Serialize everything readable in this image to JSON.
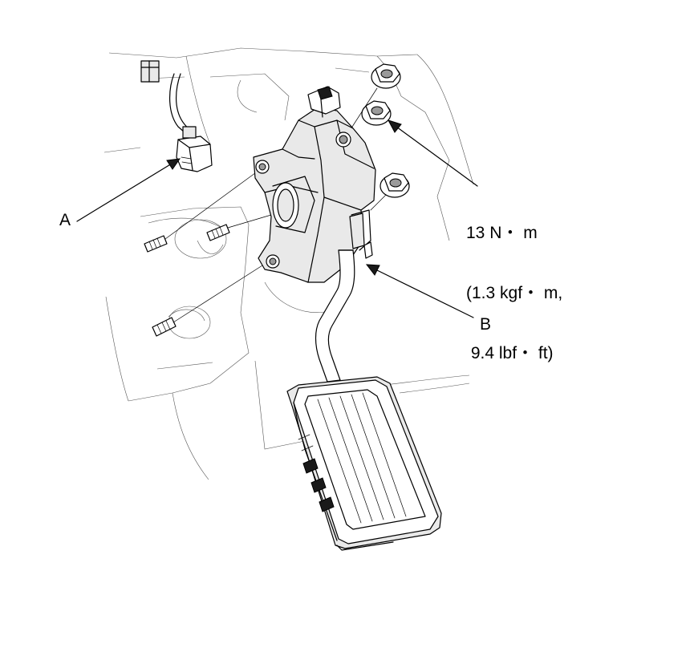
{
  "diagram": {
    "label_a": "A",
    "label_b": "B",
    "torque_spec": {
      "line1": "13 N・ m",
      "line2": "(1.3 kgf・ m,",
      "line3": " 9.4 lbf・ ft)"
    }
  }
}
